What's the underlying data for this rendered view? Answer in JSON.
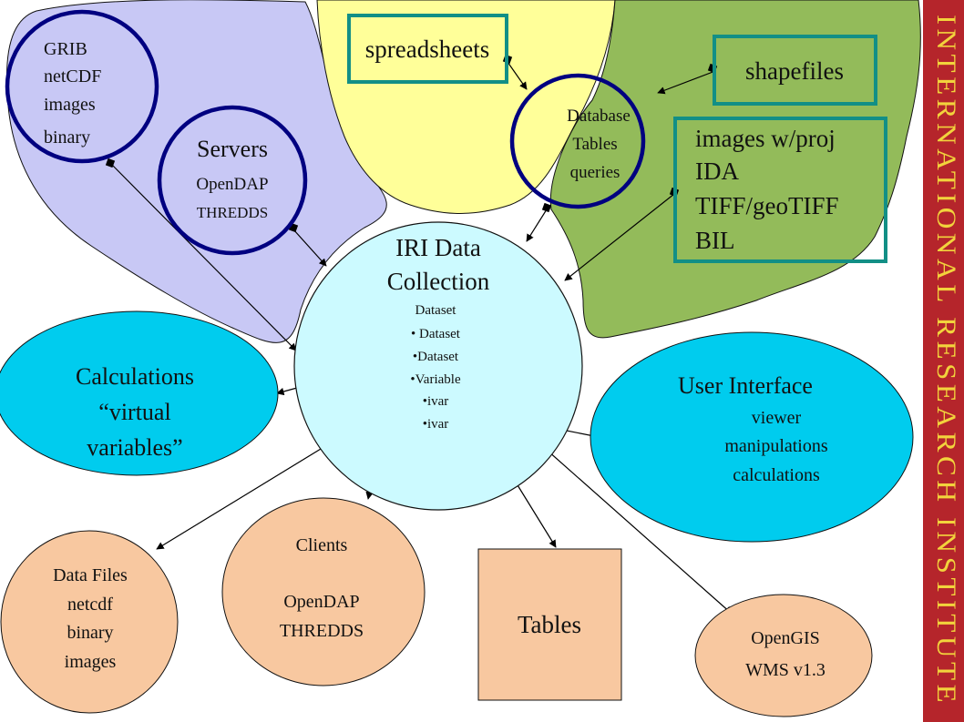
{
  "banner": {
    "text": "INTERNATIONAL RESEARCH INSTITUTE",
    "background": "#b5252b",
    "text_color": "#f2d33c"
  },
  "colors": {
    "blob_servers": "#c8c8f5",
    "blob_database": "#ffff99",
    "blob_gis": "#93bb5a",
    "center": "#ccfaff",
    "cyan": "#00ccee",
    "orange": "#f8c8a0",
    "ring": "#000080",
    "teal_box": "#128f86"
  },
  "formats_circle": {
    "lines": [
      "GRIB",
      "netCDF",
      "images",
      "binary"
    ]
  },
  "servers_circle": {
    "title": "Servers",
    "lines": [
      "OpenDAP",
      "THREDDS"
    ]
  },
  "spreadsheets_box": {
    "label": "spreadsheets"
  },
  "database_circle": {
    "lines": [
      "Database",
      "Tables",
      "queries"
    ]
  },
  "shapefiles_box": {
    "label": "shapefiles"
  },
  "images_box": {
    "lines": [
      "images w/proj",
      "IDA",
      "TIFF/geoTIFF",
      "BIL"
    ]
  },
  "center": {
    "title_lines": [
      "IRI Data",
      "Collection"
    ],
    "items": [
      "Dataset",
      "• Dataset",
      "•Dataset",
      "•Variable",
      "•ivar",
      "•ivar"
    ]
  },
  "calculations": {
    "lines": [
      "Calculations",
      "“virtual",
      "variables”"
    ]
  },
  "user_interface": {
    "title": "User Interface",
    "lines": [
      "viewer",
      "manipulations",
      "calculations"
    ]
  },
  "data_files": {
    "lines": [
      "Data Files",
      "netcdf",
      "binary",
      "images"
    ]
  },
  "clients": {
    "lines": [
      "Clients",
      "",
      "OpenDAP",
      "THREDDS"
    ]
  },
  "tables_box": {
    "label": "Tables"
  },
  "opengis": {
    "lines": [
      "OpenGIS",
      "WMS v1.3"
    ]
  }
}
